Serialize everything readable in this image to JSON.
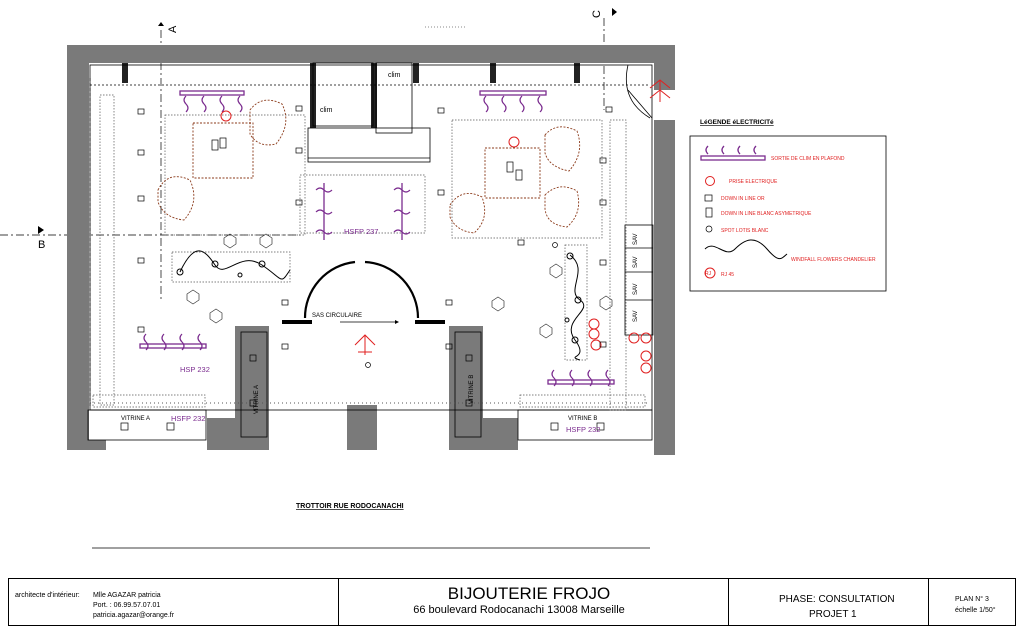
{
  "plan": {
    "section_markers": [
      "A",
      "B",
      "C"
    ],
    "rooms": {
      "clim_left": "clim",
      "clim_right": "clim",
      "hsfp_center": "HSFP 237",
      "hsp_left": "HSP 232",
      "sas": "SAS CIRCULAIRE",
      "vitrine_a_vertical": "VITRINE A",
      "vitrine_b_vertical": "VITRINE B",
      "vitrine_a": "VITRINE A",
      "vitrine_b": "VITRINE B",
      "hsfp_vitrine_a": "HSFP 232",
      "hsfp_vitrine_b": "HSFP 232",
      "sav": [
        "SAV",
        "SAV",
        "SAV",
        "SAV"
      ]
    },
    "street": "TROTTOIR RUE RODOCANACHI"
  },
  "legend": {
    "title": "LéGENDE éLECTRICITé",
    "items": [
      "SORTIE DE CLIM EN PLAFOND",
      "PRISE ELECTRIQUE",
      "DOWN IN LINE OR",
      "DOWN IN LINE BLANC ASYMETRIQUE",
      "SPOT LOTIS BLANC",
      "WINDFALL FLOWERS CHANDELIER",
      "RJ 45"
    ],
    "rj_symbol": "RJ"
  },
  "titleblock": {
    "architect_label": "architecte d'intérieur:",
    "architect_name": "Mlle AGAZAR patricia",
    "phone": "Port. : 06.99.57.07.01",
    "email": "patricia.agazar@orange.fr",
    "project_title": "BIJOUTERIE FROJO",
    "address": "66 boulevard Rodocanachi 13008 Marseille",
    "phase": "PHASE:  CONSULTATION",
    "project": "PROJET 1",
    "plan_no": "PLAN N°  3",
    "scale": "échelle 1/50°"
  },
  "colors": {
    "wall": "#7a7a7a",
    "purple": "#7b2c8f",
    "red": "#e02020",
    "brown": "#8b3a1a"
  }
}
